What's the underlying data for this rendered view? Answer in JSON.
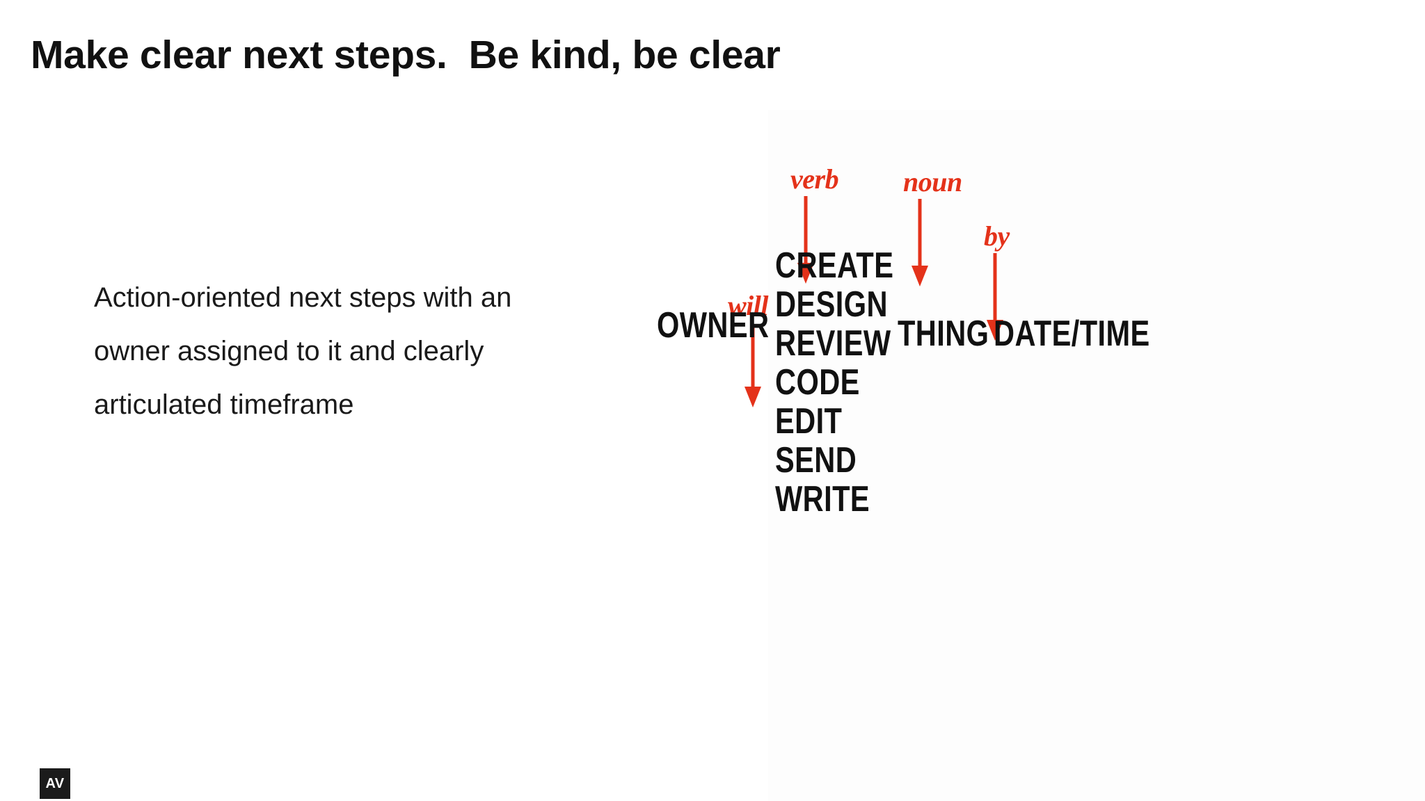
{
  "slide": {
    "title": "Make clear next steps.  Be kind, be clear",
    "body_text": "Action-oriented next steps with an owner assigned to it and clearly articulated timeframe",
    "background_color": "#ffffff"
  },
  "logo": {
    "initials": "AV",
    "background_color": "#1b1b1b",
    "text_color": "#ffffff"
  },
  "diagram": {
    "accent_color": "#E4321A",
    "text_color": "#111111",
    "annotations": [
      {
        "label": "will",
        "target": "owner"
      },
      {
        "label": "verb",
        "target": "verb-list"
      },
      {
        "label": "noun",
        "target": "thing"
      },
      {
        "label": "by",
        "target": "date-time"
      }
    ],
    "owner_label": "OWNER",
    "thing_label": "THING",
    "datetime_label": "DATE/TIME",
    "verbs": [
      "CREATE",
      "DESIGN",
      "REVIEW",
      "CODE",
      "EDIT",
      "SEND",
      "WRITE"
    ]
  }
}
